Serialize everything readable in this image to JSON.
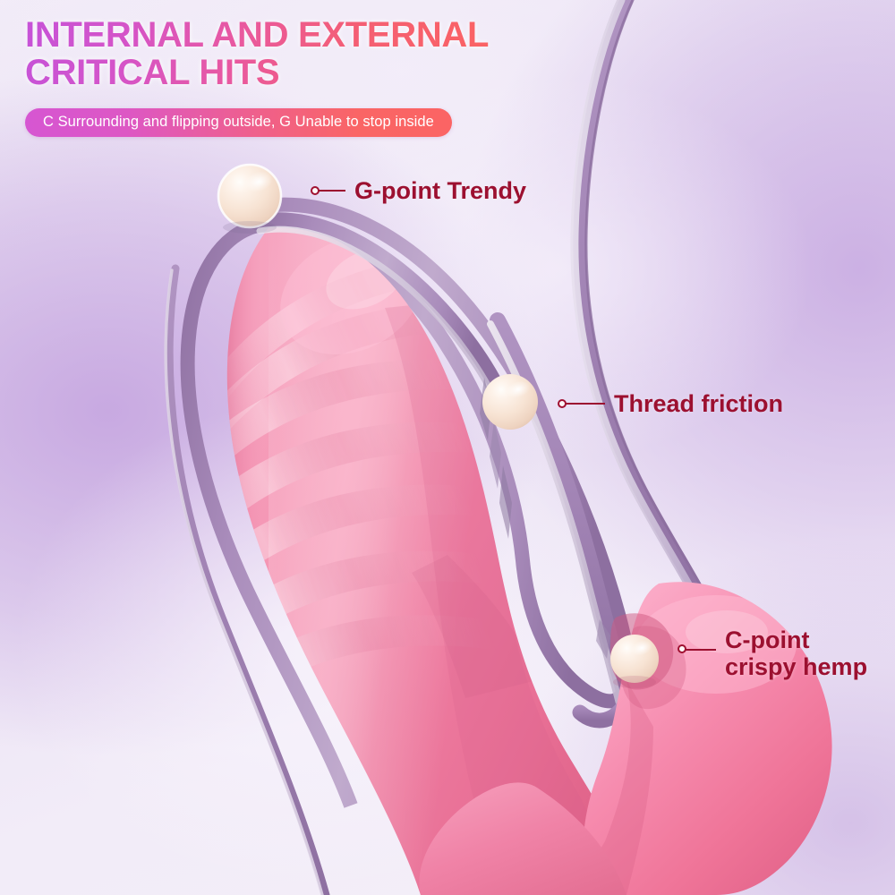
{
  "header": {
    "headline": "INTERNAL AND EXTERNAL\nCRITICAL HITS",
    "subtitle": "C Surrounding and flipping outside, G Unable to stop inside",
    "headline_gradient_start": "#c653d8",
    "headline_gradient_end": "#fb6363",
    "pill_gradient_start": "#d656d2",
    "pill_gradient_end": "#fb6464"
  },
  "callouts": [
    {
      "id": "g-point",
      "label": "G-point Trendy",
      "color": "#9c1030"
    },
    {
      "id": "thread",
      "label": "Thread friction",
      "color": "#9c1030"
    },
    {
      "id": "c-point",
      "label": "C-point\ncrispy hemp",
      "color": "#9c1030"
    }
  ],
  "product": {
    "body_color": "#f07fa6",
    "body_color_dark": "#e2698f",
    "body_color_light": "#f9a8c2",
    "strap_color": "#b094c2",
    "strap_color_dark": "#9a7bac",
    "strap_inner_color": "#dcd2e4",
    "pearl_color": "#f6e2d4",
    "pearl_highlight": "#fffaf5"
  },
  "background": {
    "base": "#f1ebf7",
    "lavender": "#c6a6e0",
    "light": "#f4eff9"
  }
}
